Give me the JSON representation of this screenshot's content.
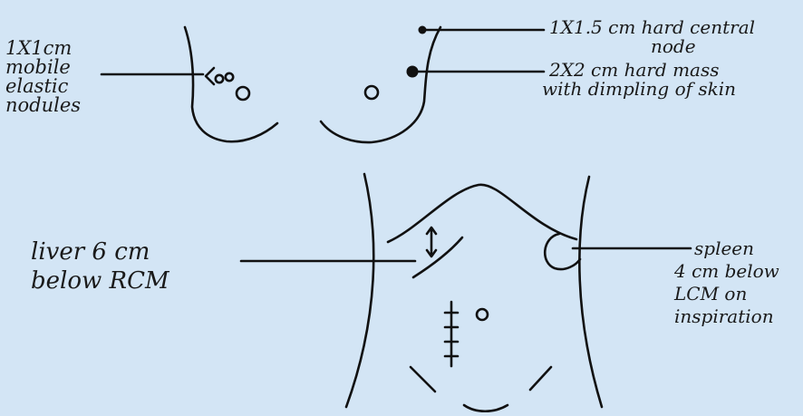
{
  "diagram": {
    "breast_right_note": {
      "lines": [
        "1X1cm",
        "mobile",
        "elastic",
        "nodules"
      ]
    },
    "breast_left_node_note": {
      "lines": [
        "1X1.5 cm hard central",
        "node"
      ]
    },
    "breast_left_mass_note": {
      "lines": [
        "2X2 cm hard mass",
        "with dimpling of skin"
      ]
    },
    "liver_note": {
      "lines": [
        "liver 6 cm",
        "below RCM"
      ]
    },
    "spleen_note": {
      "lines": [
        "spleen",
        "4 cm below",
        "LCM on",
        "inspiration"
      ]
    }
  }
}
